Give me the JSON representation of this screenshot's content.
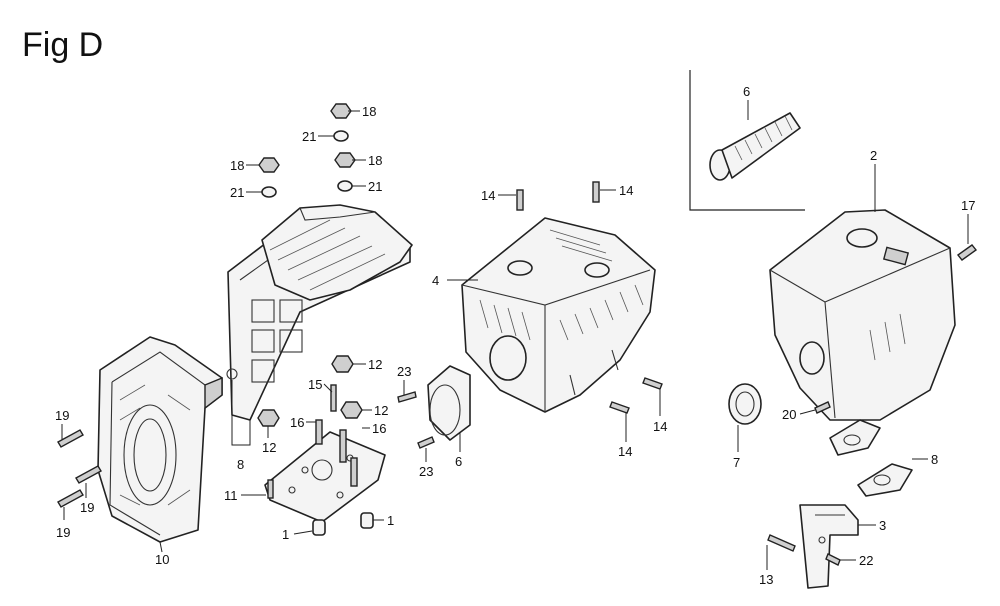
{
  "figure": {
    "title": "Fig D"
  },
  "callouts": {
    "c18a": "18",
    "c21a": "21",
    "c18b": "18",
    "c21b": "21",
    "c18c": "18",
    "c21c": "21",
    "c12a": "12",
    "c12b": "12",
    "c12c": "12",
    "c15": "15",
    "c16a": "16",
    "c16b": "16",
    "c8a": "8",
    "c11": "11",
    "c1a": "1",
    "c1b": "1",
    "c19a": "19",
    "c19b": "19",
    "c19c": "19",
    "c10": "10",
    "c14a": "14",
    "c14b": "14",
    "c14c": "14",
    "c14d": "14",
    "c4": "4",
    "c23a": "23",
    "c23b": "23",
    "c6b": "6",
    "c6a": "6",
    "c2": "2",
    "c17": "17",
    "c20": "20",
    "c7": "7",
    "c8b": "8",
    "c3": "3",
    "c13": "13",
    "c22": "22"
  }
}
